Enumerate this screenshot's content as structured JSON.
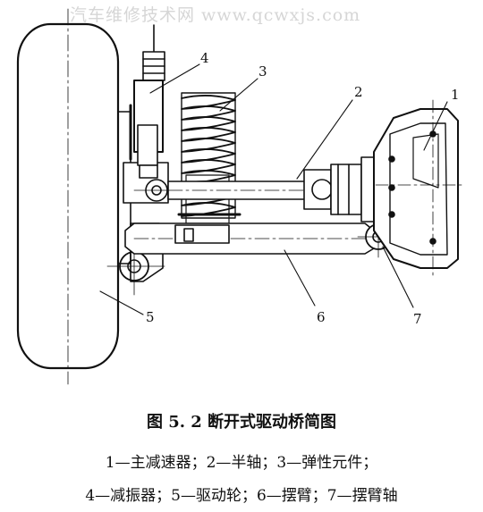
{
  "watermark": "汽车维修技术网 www.qcwxjs.com",
  "colors": {
    "ink": "#111111",
    "watermark": "#d6d6d6",
    "paper": "#ffffff"
  },
  "callouts": [
    {
      "number": "1",
      "part": "主减速器"
    },
    {
      "number": "2",
      "part": "半轴"
    },
    {
      "number": "3",
      "part": "弹性元件"
    },
    {
      "number": "4",
      "part": "减振器"
    },
    {
      "number": "5",
      "part": "驱动轮"
    },
    {
      "number": "6",
      "part": "摆臂"
    },
    {
      "number": "7",
      "part": "摆臂轴"
    }
  ],
  "caption": {
    "title": "图 5. 2   断开式驱动桥简图",
    "legend_line_1": "1—主减速器；2—半轴；3—弹性元件；",
    "legend_line_2": "4—减振器；5—驱动轮；6—摆臂；7—摆臂轴"
  }
}
